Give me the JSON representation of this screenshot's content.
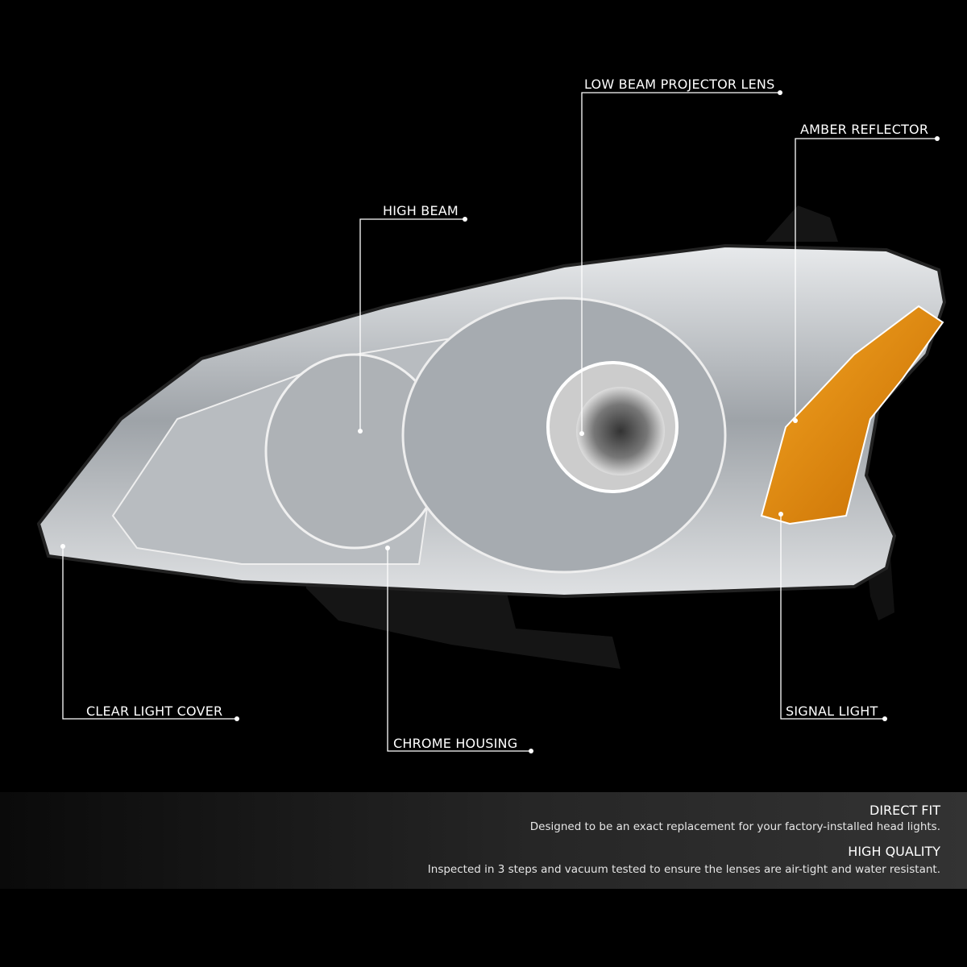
{
  "callouts": {
    "low_beam": "LOW BEAM PROJECTOR LENS",
    "amber": "AMBER REFLECTOR",
    "high_beam": "HIGH BEAM",
    "clear_cover": "CLEAR LIGHT COVER",
    "chrome": "CHROME HOUSING",
    "signal": "SIGNAL LIGHT"
  },
  "features": [
    {
      "title": "DIRECT FIT",
      "text": "Designed to be an exact replacement for your factory-installed head lights."
    },
    {
      "title": "HIGH QUALITY",
      "text": "Inspected in 3 steps and vacuum tested to ensure the lenses are air-tight and water resistant."
    }
  ],
  "colors": {
    "background": "#000000",
    "amber": "#e08a10",
    "chrome": "#c9ccd0"
  }
}
